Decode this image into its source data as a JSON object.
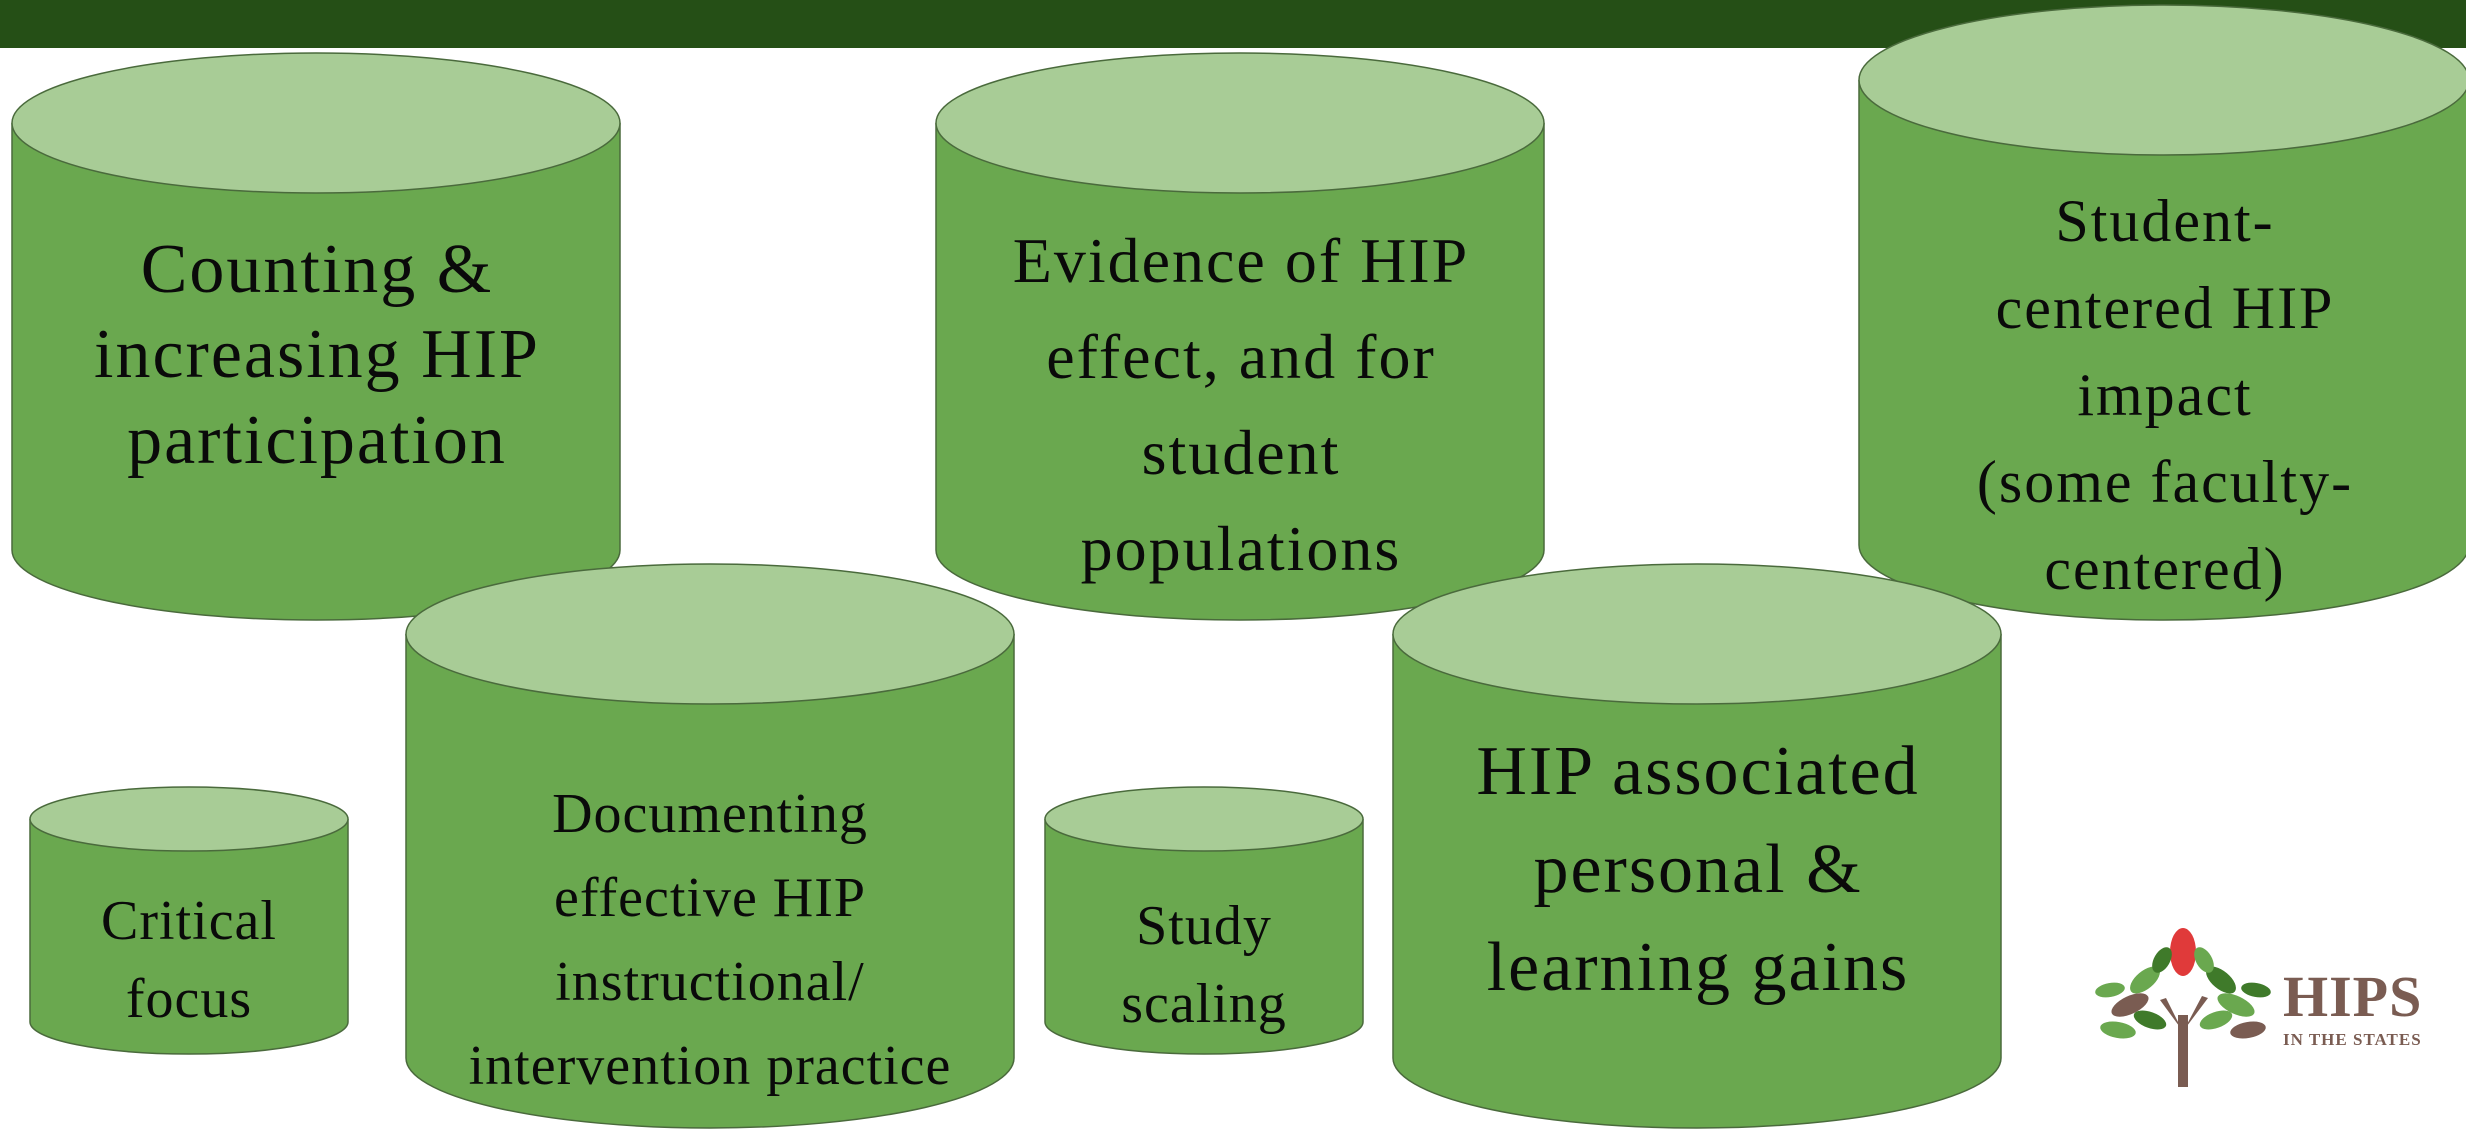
{
  "colors": {
    "header_bar": "#254f16",
    "cylinder_body": "#6aa84f",
    "cylinder_top": "#a8cc96",
    "cylinder_stroke": "#4a6a3c",
    "logo_text": "#7a5c52",
    "logo_bud": "#e03a3a"
  },
  "cylinders": [
    {
      "id": "counting",
      "text": "Counting &\nincreasing HIP\nparticipation"
    },
    {
      "id": "evidence",
      "text": "Evidence of HIP\neffect, and for\nstudent\npopulations"
    },
    {
      "id": "student-centered",
      "text": "Student-\ncentered HIP\nimpact\n(some faculty-\ncentered)"
    },
    {
      "id": "critical",
      "text": "Critical\nfocus"
    },
    {
      "id": "documenting",
      "text": "Documenting\neffective HIP\ninstructional/\nintervention practice"
    },
    {
      "id": "study",
      "text": "Study\nscaling"
    },
    {
      "id": "gains",
      "text": "HIP associated\npersonal &\nlearning gains"
    }
  ],
  "logo": {
    "title": "HIPS",
    "subtitle": "IN THE STATES",
    "icon": "tree-icon"
  }
}
